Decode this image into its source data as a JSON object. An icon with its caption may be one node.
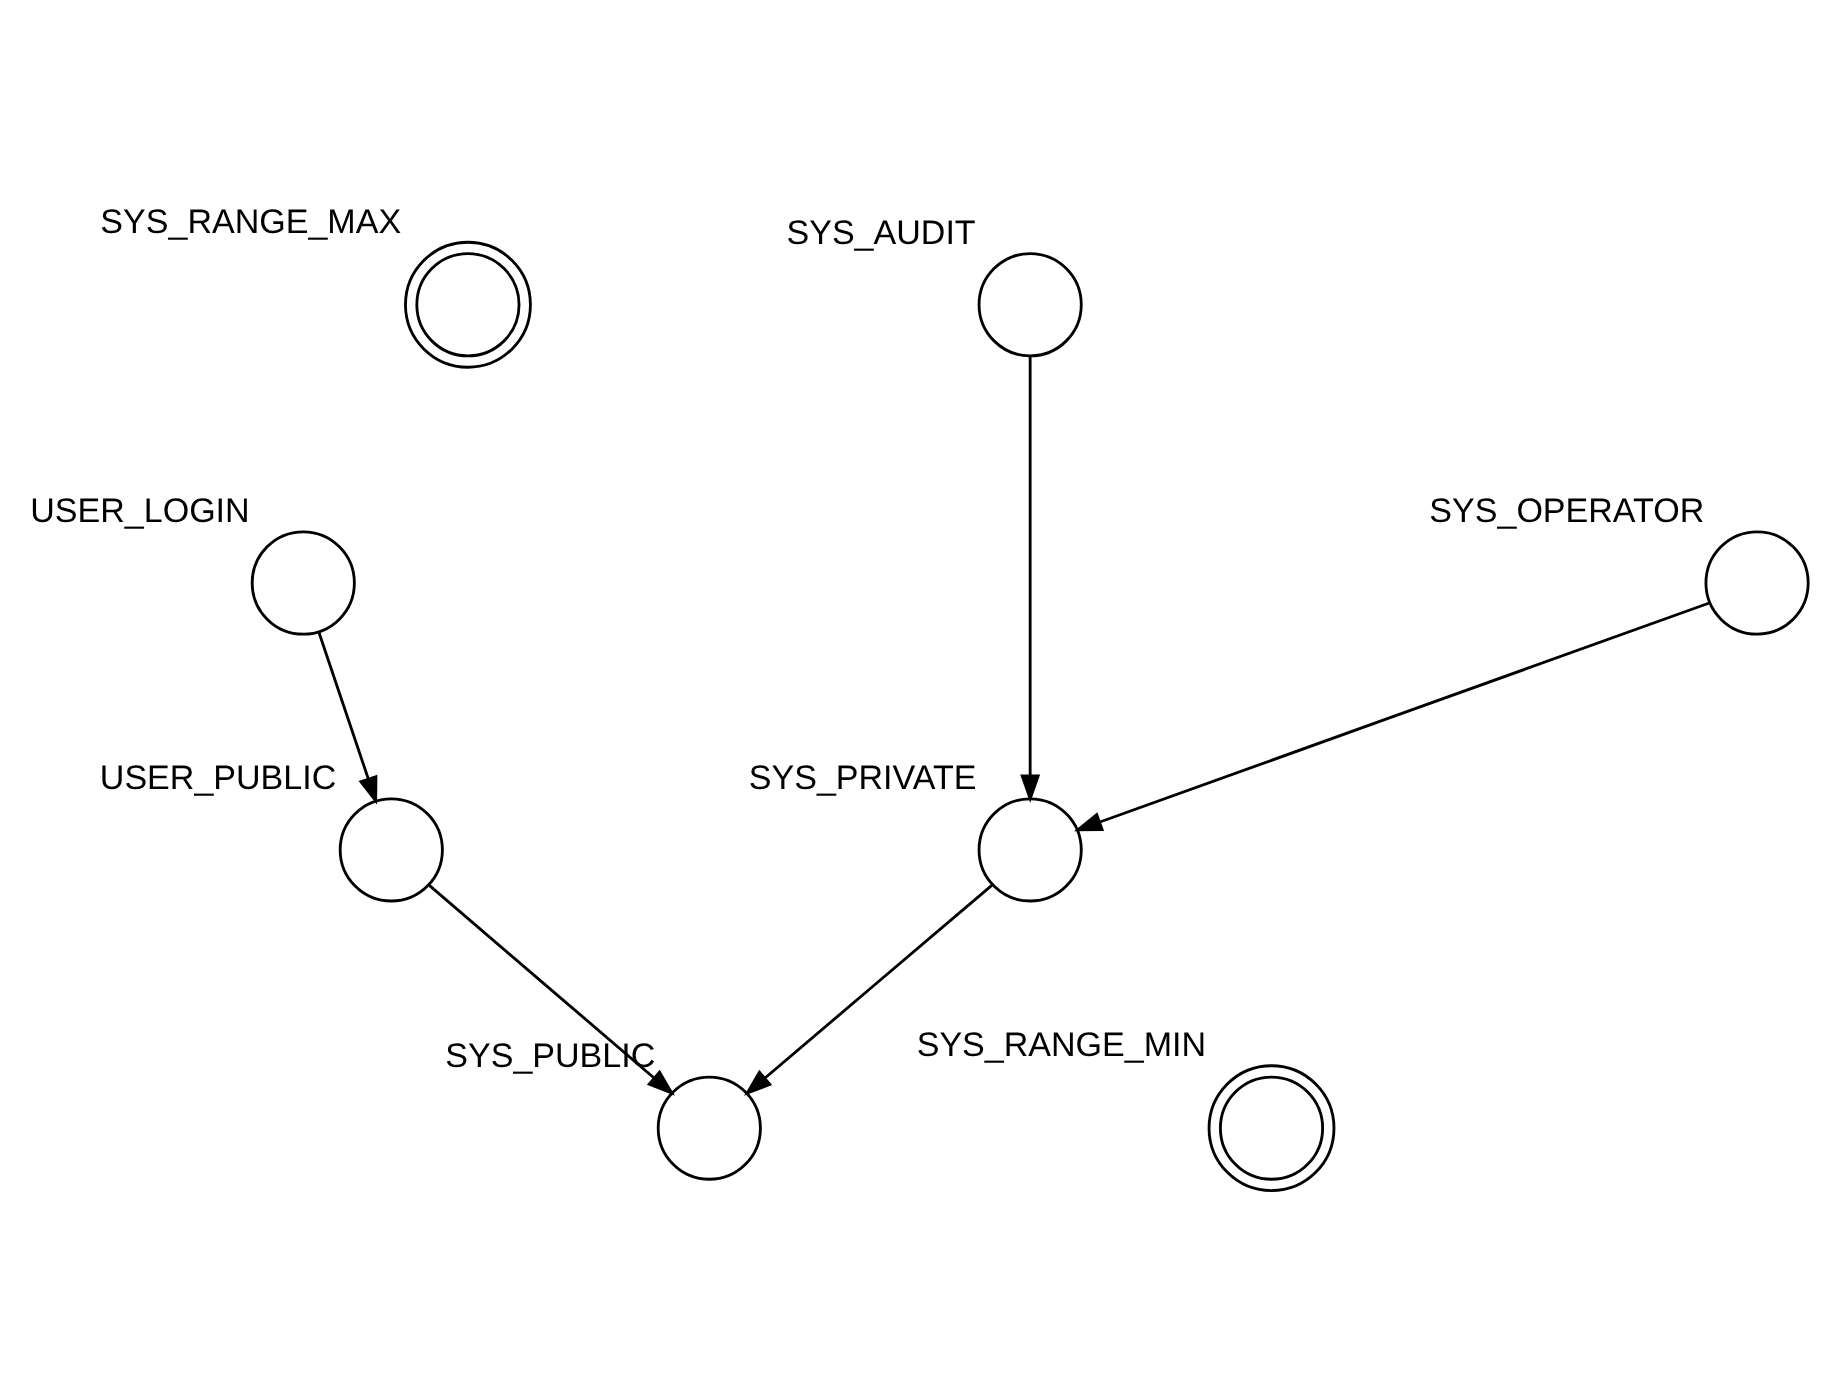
{
  "diagram": {
    "nodes": [
      {
        "text": [],
        "shape": "doublecircle",
        "beside": [
          "SYS_RANGE_MAX"
        ]
      },
      {
        "text": [],
        "shape": "circle",
        "beside": [
          "SYS_AUDIT"
        ]
      },
      {
        "text": [],
        "shape": "circle",
        "beside": [
          "USER_LOGIN"
        ]
      },
      {
        "text": [],
        "shape": "circle",
        "beside": [
          "SYS_OPERATOR"
        ]
      },
      {
        "text": [],
        "shape": "circle",
        "beside": [
          "USER_PUBLIC"
        ]
      },
      {
        "text": [],
        "shape": "circle",
        "beside": [
          "SYS_PRIVATE"
        ]
      },
      {
        "text": [],
        "shape": "circle",
        "beside": [
          "SYS_PUBLIC"
        ]
      },
      {
        "text": [],
        "shape": "doublecircle",
        "beside": [
          "SYS_RANGE_MIN"
        ]
      }
    ],
    "edges": [
      {
        "from": 2,
        "to": 4,
        "arrow": "to"
      },
      {
        "from": 1,
        "to": 5,
        "arrow": "to"
      },
      {
        "from": 3,
        "to": 5,
        "arrow": "to"
      },
      {
        "from": 4,
        "to": 6,
        "arrow": "to"
      },
      {
        "from": 5,
        "to": 6,
        "arrow": "to"
      }
    ]
  }
}
